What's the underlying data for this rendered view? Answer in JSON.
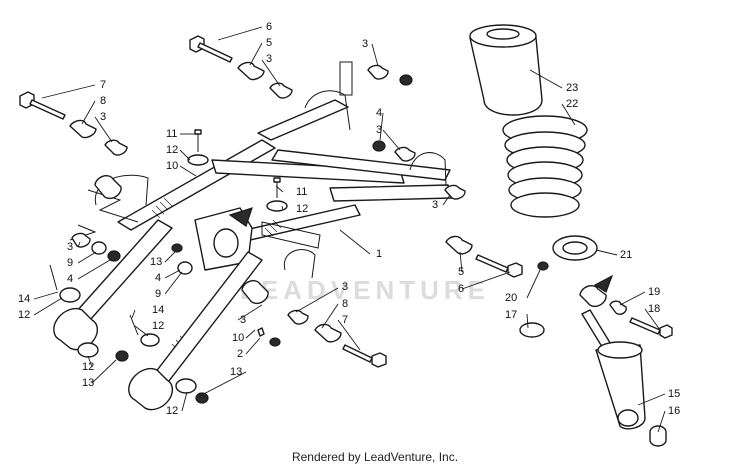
{
  "watermark": "LEADVENTURE",
  "footer": "Rendered by LeadVenture, Inc.",
  "callouts": {
    "c1": "1",
    "c2": "2",
    "c3": "3",
    "c4": "4",
    "c5": "5",
    "c6": "6",
    "c7": "7",
    "c8": "8",
    "c9": "9",
    "c10": "10",
    "c11": "11",
    "c12": "12",
    "c13": "13",
    "c14": "14",
    "c15": "15",
    "c16": "16",
    "c17": "17",
    "c18": "18",
    "c19": "19",
    "c20": "20",
    "c21": "21",
    "c22": "22",
    "c23": "23"
  },
  "colors": {
    "line": "#1a1a1a",
    "watermark": "#d4d4d4"
  }
}
